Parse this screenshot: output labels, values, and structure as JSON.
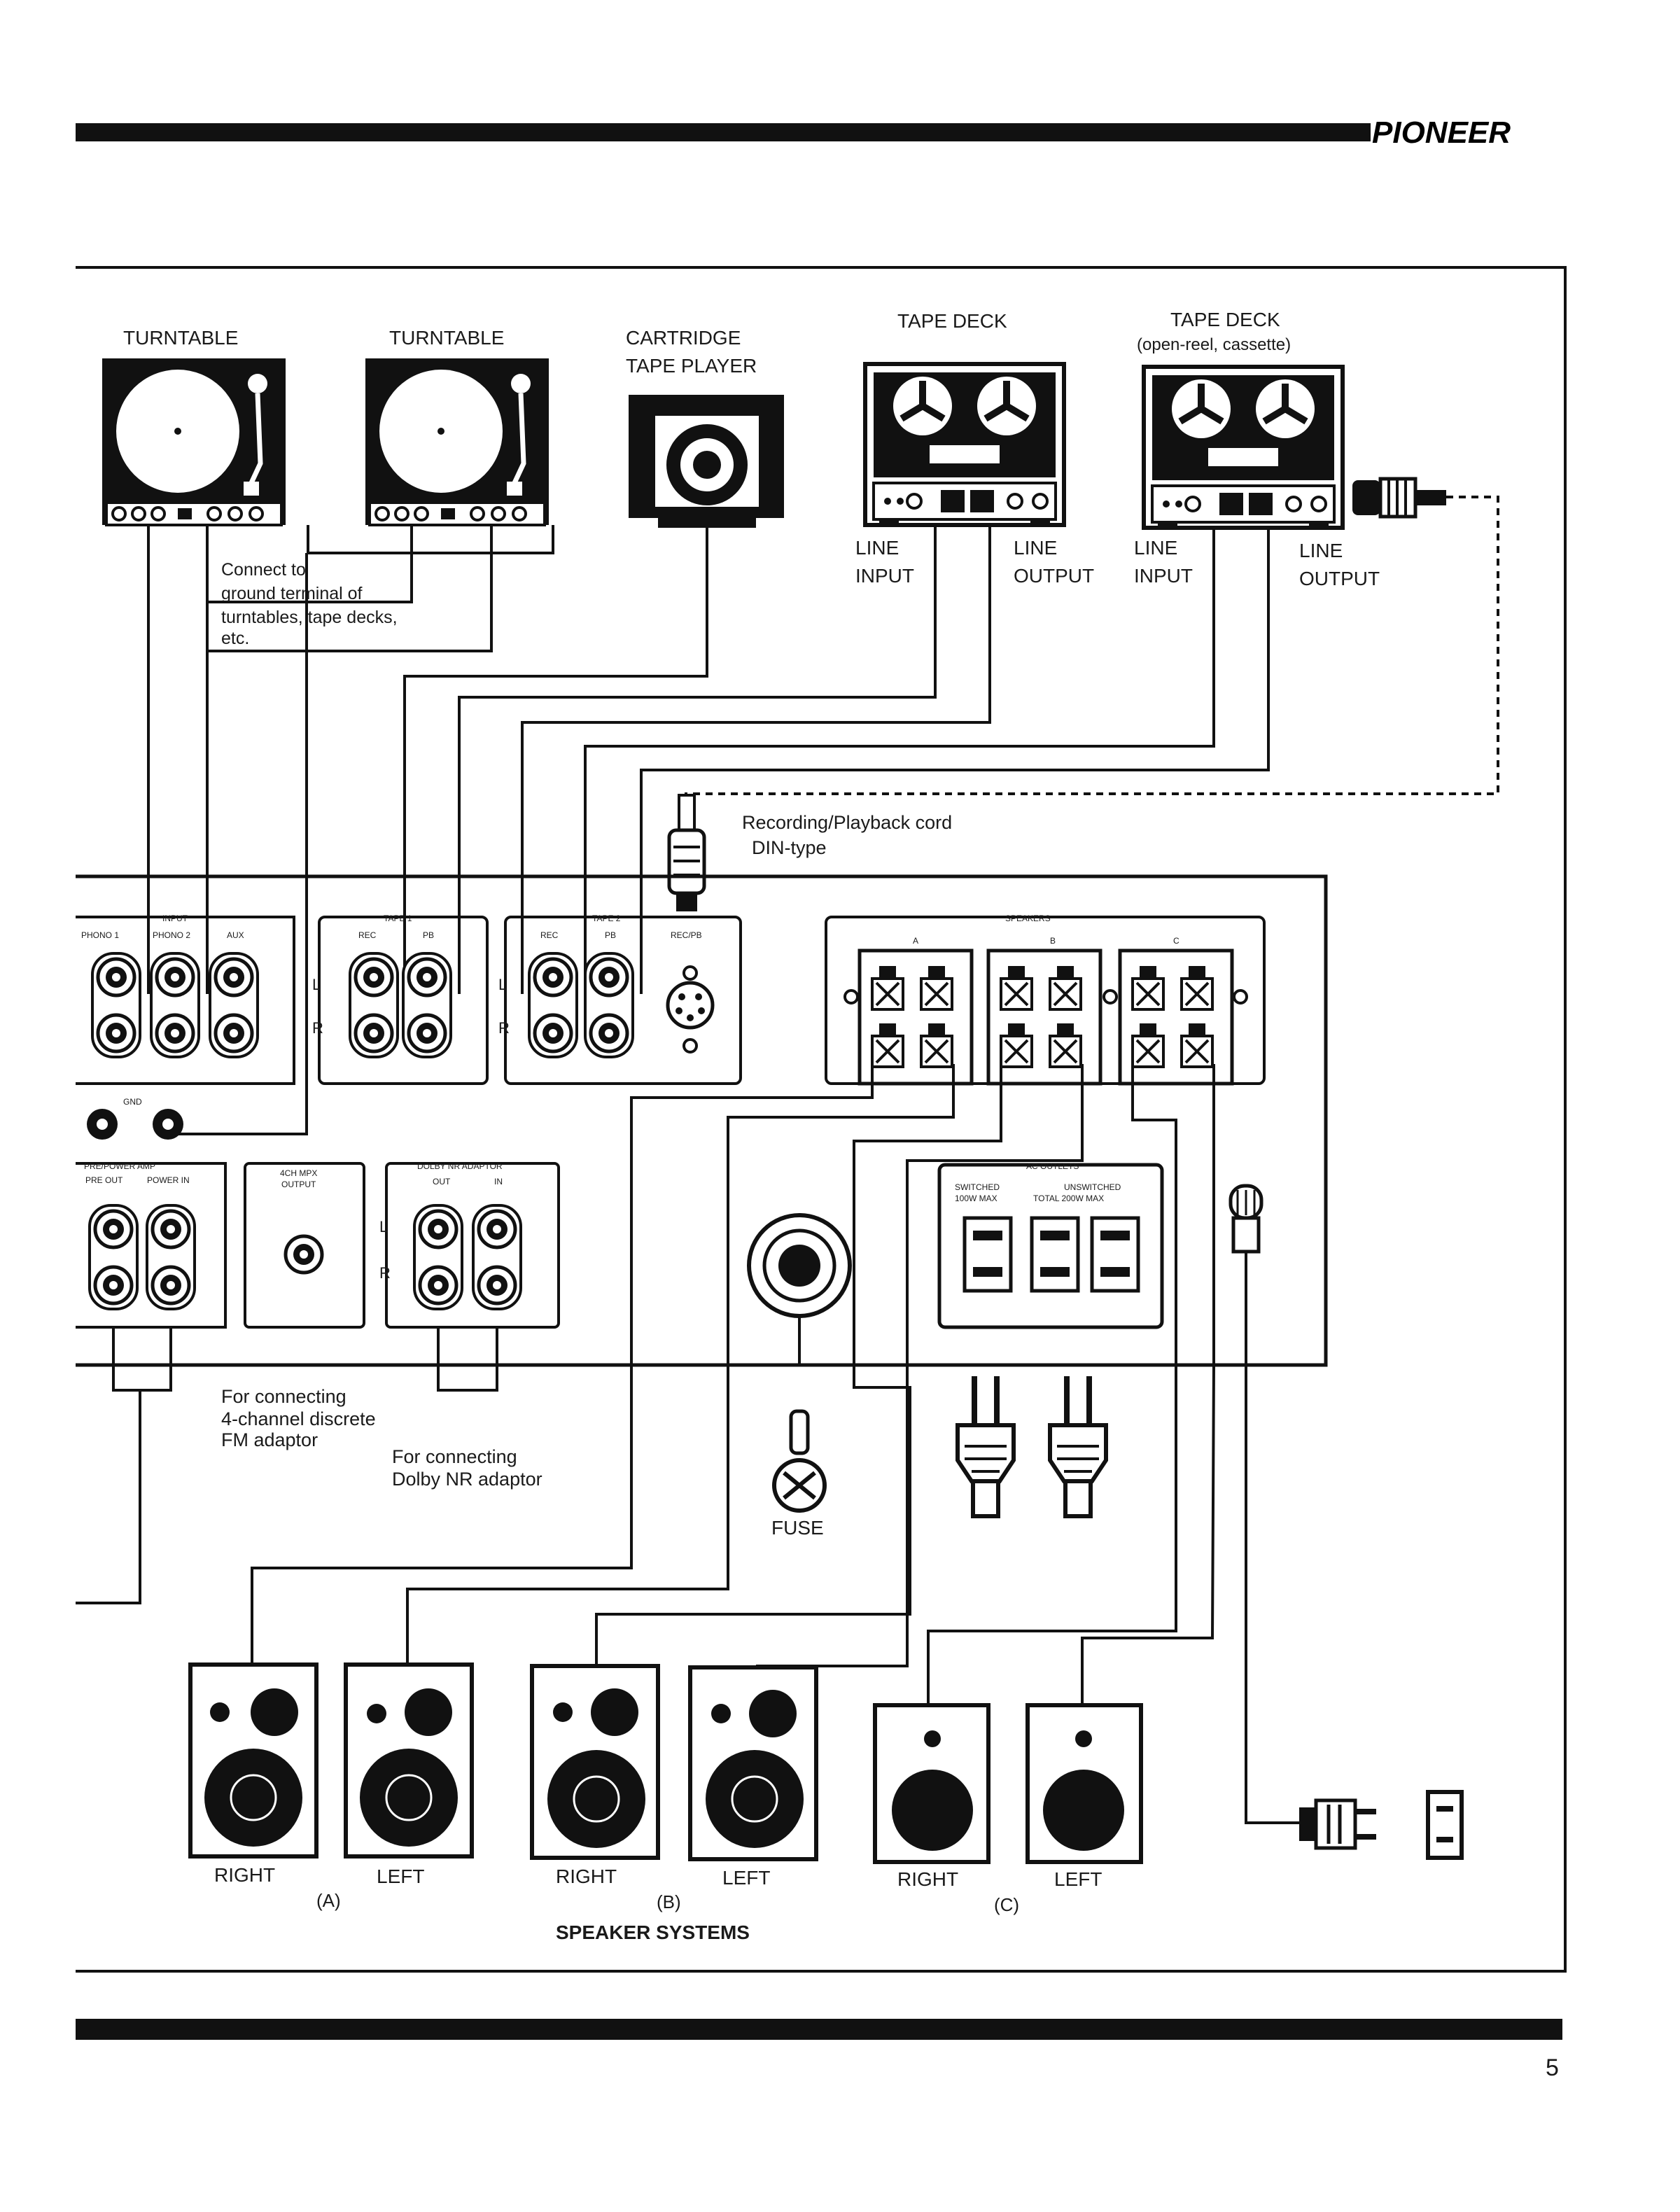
{
  "header": {
    "brand": "PIONEER"
  },
  "footer": {
    "page_number": "5"
  },
  "sources": {
    "turntable_1": "TURNTABLE",
    "turntable_2": "TURNTABLE",
    "cartridge_line1": "CARTRIDGE",
    "cartridge_line2": "TAPE PLAYER",
    "tape_deck_1": "TAPE DECK",
    "tape_deck_2": "TAPE DECK",
    "tape_deck_2_sub": "(open-reel, cassette)"
  },
  "connectors": {
    "line": "LINE",
    "input": "INPUT",
    "output": "OUTPUT"
  },
  "notes": {
    "ground_1": "Connect to",
    "ground_2": "ground terminal of",
    "ground_3": "turntables, tape decks,",
    "ground_4": "etc.",
    "din_1": "Recording/Playback cord",
    "din_2": "DIN-type",
    "fm_1": "For connecting",
    "fm_2": "4-channel discrete",
    "fm_3": "FM adaptor",
    "dolby_1": "For connecting",
    "dolby_2": "Dolby NR adaptor",
    "fuse": "FUSE"
  },
  "panel": {
    "input": "INPUT",
    "phono1": "PHONO 1",
    "phono2": "PHONO 2",
    "aux": "AUX",
    "tape1": "TAPE 1",
    "tape2": "TAPE 2",
    "rec": "REC",
    "pb": "PB",
    "recpb": "REC/PB",
    "gnd": "GND",
    "preamp": "PRE/POWER AMP",
    "preout": "PRE OUT",
    "powerin": "POWER IN",
    "fourch_1": "4CH MPX",
    "fourch_2": "OUTPUT",
    "dolby": "DOLBY NR ADAPTOR",
    "out": "OUT",
    "in": "IN",
    "speakers": "SPEAKERS",
    "spk_a": "A",
    "spk_b": "B",
    "spk_c": "C",
    "ac_outlets": "AC OUTLETS",
    "switched_1": "SWITCHED",
    "switched_2": "100W MAX",
    "unswitched_1": "UNSWITCHED",
    "unswitched_2": "TOTAL 200W MAX",
    "L": "L",
    "R": "R"
  },
  "speaker_systems": {
    "right": "RIGHT",
    "left": "LEFT",
    "group_a": "(A)",
    "group_b": "(B)",
    "group_c": "(C)",
    "title": "SPEAKER SYSTEMS"
  }
}
